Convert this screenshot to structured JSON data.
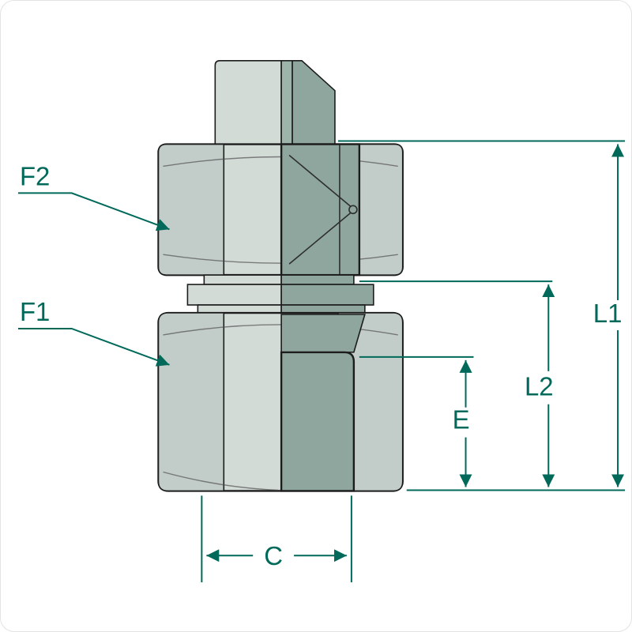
{
  "diagram": {
    "kind": "pipe-fitting-dimension-drawing",
    "labels": {
      "f2": "F2",
      "f1": "F1",
      "l1": "L1",
      "l2": "L2",
      "e": "E",
      "c": "C"
    },
    "colors": {
      "dimension": "#00695a",
      "outline": "#1c1c1c",
      "body_light": "#d3dbd7",
      "body_shaded": "#c2ccc8",
      "section_cut": "#8ea69d",
      "background": "#ffffff"
    }
  }
}
